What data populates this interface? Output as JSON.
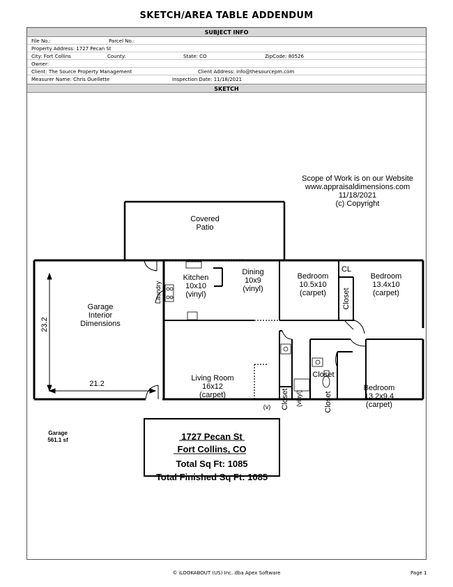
{
  "title": "SKETCH/AREA TABLE ADDENDUM",
  "subject_info": {
    "heading": "SUBJECT INFO",
    "file_no": "File No.:",
    "parcel_no": "Parcel No.:",
    "property_address": "Property Address: 1727 Pecan St",
    "city": "City: Fort Collins",
    "county": "County:",
    "state": "State: CO",
    "zipcode": "ZipCode: 80526",
    "owner": "Owner:",
    "client": "Client: The Source Property Management",
    "client_address": "Client Address: info@thesourcepm.com",
    "measurer": "Measurer Name: Chris Ouellette",
    "inspection_date": "Inspection Date: 11/18/2021"
  },
  "sketch": {
    "heading": "SKETCH",
    "scope_note": {
      "line1": "Scope of Work is on our Website",
      "line2": "www.appraisaldimensions.com",
      "line3": "11/18/2021",
      "line4": "(c) Copyright"
    },
    "rooms": {
      "covered_patio": [
        "Covered",
        "Patio"
      ],
      "garage": [
        "Garage",
        "Interior",
        "Dimensions"
      ],
      "garage_height_dim": "23.2",
      "garage_width_dim": "21.2",
      "laundry": "Laundry",
      "kitchen": [
        "Kitchen",
        "10x10",
        "(vinyl)"
      ],
      "dining": [
        "Dining",
        "10x9",
        "(vinyl)"
      ],
      "bedroom1": [
        "Bedroom",
        "10.5x10",
        "(carpet)"
      ],
      "cl": "CL",
      "bedroom2": [
        "Bedroom",
        "13.4x10",
        "(carpet)"
      ],
      "closet1": "Closet",
      "living_room": [
        "Living Room",
        "16x12",
        "(carpet)"
      ],
      "v": "(v)",
      "closet2": "Closet",
      "vinyl": "(vinyl)",
      "closet3": "Closet",
      "closet4": "Closet",
      "bedroom3": [
        "Bedroom",
        "13.2x9.4",
        "(carpet)"
      ]
    },
    "garage_area": [
      "Garage",
      "561.1 sf"
    ],
    "summary": {
      "street": "1727 Pecan St",
      "city": "Fort Collins, CO",
      "total_sqft": "Total Sq Ft: 1085",
      "total_finished_sqft": "Total Finished Sq Ft: 1085"
    }
  },
  "footer": {
    "copyright": "© iLOOKABOUT (US) Inc. dba Apex Software",
    "page": "Page 1"
  }
}
